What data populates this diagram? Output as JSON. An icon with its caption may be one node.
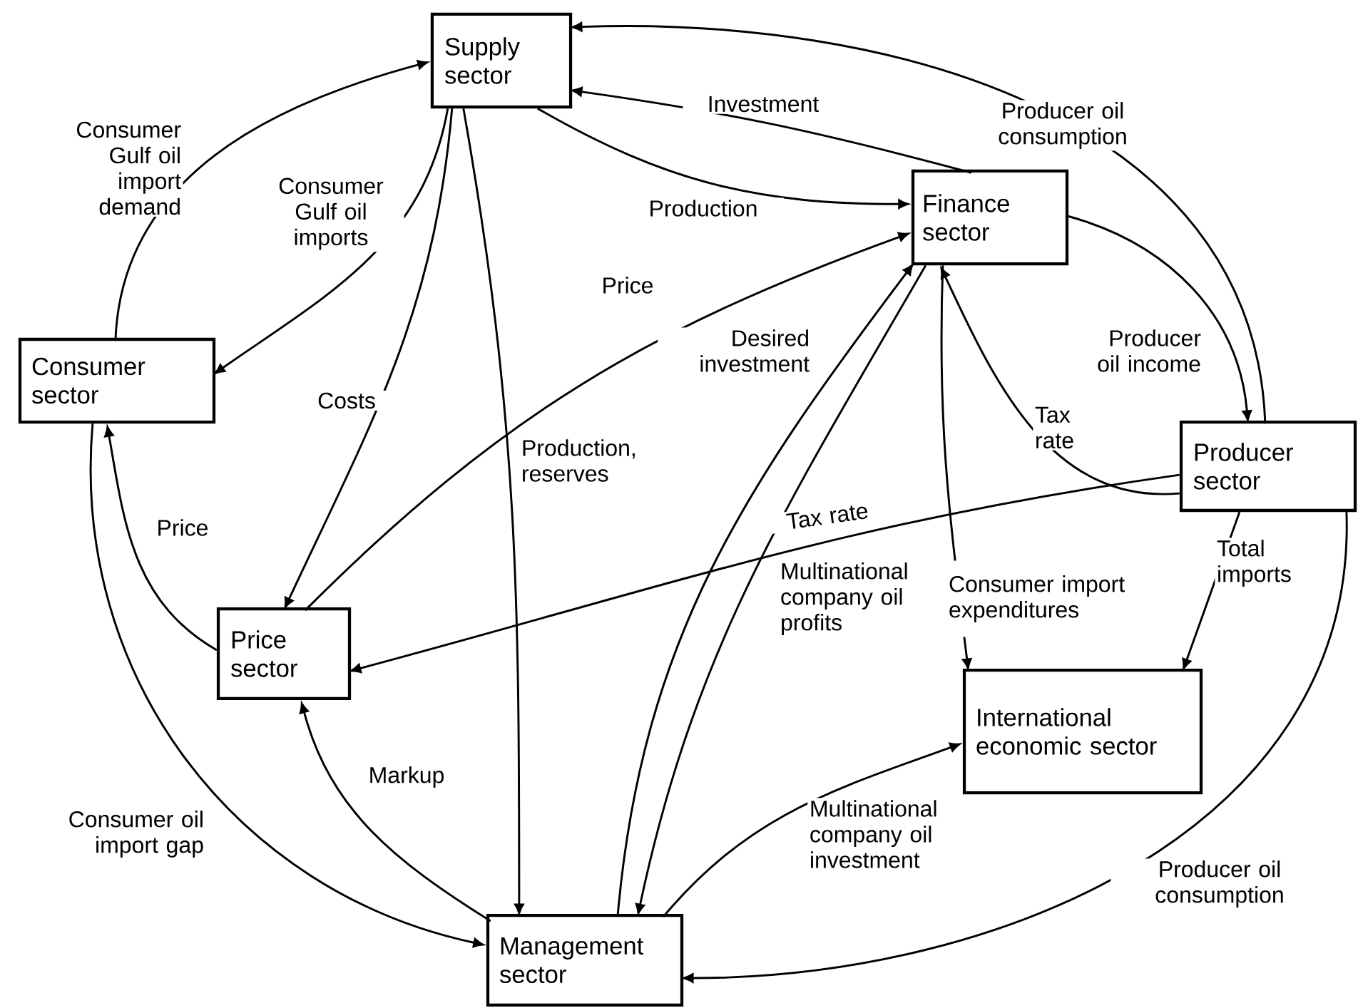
{
  "diagram": {
    "nodes": [
      {
        "text": [
          "Supply sector"
        ]
      },
      {
        "text": [
          "Finance sector"
        ]
      },
      {
        "text": [
          "Consumer sector"
        ]
      },
      {
        "text": [
          "Producer sector"
        ]
      },
      {
        "text": [
          "Price sector"
        ]
      },
      {
        "text": [
          "International economic sector"
        ]
      },
      {
        "text": [
          "Management sector"
        ]
      }
    ],
    "edges": [
      {
        "from": 2,
        "to": 0,
        "arrow": "to",
        "label": "Consumer Gulf oil import demand"
      },
      {
        "from": 0,
        "to": 2,
        "arrow": "to",
        "label": "Consumer Gulf oil imports"
      },
      {
        "from": 1,
        "to": 0,
        "arrow": "to",
        "label": "Investment"
      },
      {
        "from": 3,
        "to": 0,
        "arrow": "to",
        "label": "Producer oil consumption"
      },
      {
        "from": 0,
        "to": 1,
        "arrow": "to",
        "label": "Production"
      },
      {
        "from": 0,
        "to": 4,
        "arrow": "to",
        "label": "Costs"
      },
      {
        "from": 0,
        "to": 6,
        "arrow": "to",
        "label": "Production, reserves"
      },
      {
        "from": 4,
        "to": 1,
        "arrow": "to",
        "label": "Price"
      },
      {
        "from": 6,
        "to": 1,
        "arrow": "to",
        "label": "Desired investment"
      },
      {
        "from": 1,
        "to": 6,
        "arrow": "to",
        "label": "Multinational company oil profits"
      },
      {
        "from": 1,
        "to": 3,
        "arrow": "to",
        "label": "Producer oil income"
      },
      {
        "from": 3,
        "to": 1,
        "arrow": "to",
        "label": "Tax rate"
      },
      {
        "from": 3,
        "to": 4,
        "arrow": "to",
        "label": "Tax rate"
      },
      {
        "from": 1,
        "to": 5,
        "arrow": "to",
        "label": "Consumer import expenditures"
      },
      {
        "from": 3,
        "to": 5,
        "arrow": "to",
        "label": "Total imports"
      },
      {
        "from": 6,
        "to": 5,
        "arrow": "to",
        "label": "Multinational company oil investment"
      },
      {
        "from": 3,
        "to": 6,
        "arrow": "to",
        "label": "Producer oil consumption"
      },
      {
        "from": 4,
        "to": 2,
        "arrow": "to",
        "label": "Price"
      },
      {
        "from": 2,
        "to": 6,
        "arrow": "to",
        "label": "Consumer oil import gap"
      },
      {
        "from": 6,
        "to": 4,
        "arrow": "to",
        "label": "Markup"
      }
    ]
  }
}
